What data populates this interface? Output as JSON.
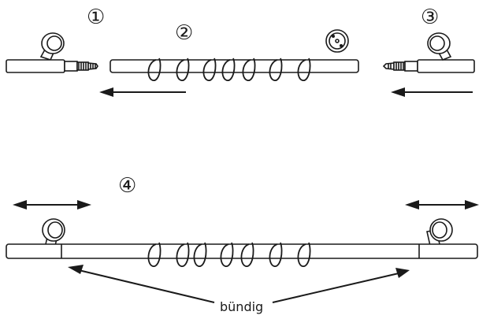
{
  "steps": [
    {
      "number": "①"
    },
    {
      "number": "②"
    },
    {
      "number": "③"
    },
    {
      "number": "④"
    }
  ],
  "flush_label": "bündig",
  "colors": {
    "ink": "#1a1a1a",
    "background": "#ffffff"
  },
  "icons": [
    "wall-bracket-icon",
    "expansion-screw-icon",
    "curtain-ring-icon",
    "adhesive-pad-icon",
    "direction-arrow-icon"
  ]
}
